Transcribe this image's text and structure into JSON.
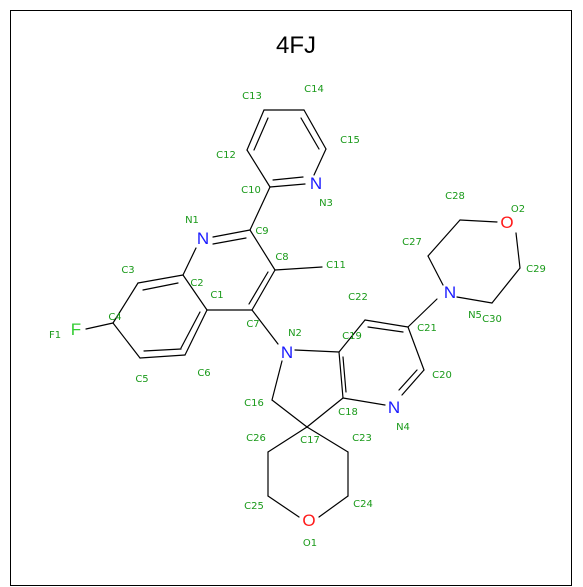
{
  "title": "4FJ",
  "colors": {
    "carbon_label": "#1a9a1a",
    "nitrogen": "#1a1aff",
    "oxygen": "#ff1a1a",
    "fluorine": "#33cc33",
    "bond": "#000000"
  },
  "heteroatoms": [
    {
      "symbol": "N",
      "label": "N1"
    },
    {
      "symbol": "N",
      "label": "N2"
    },
    {
      "symbol": "N",
      "label": "N3"
    },
    {
      "symbol": "N",
      "label": "N4"
    },
    {
      "symbol": "N",
      "label": "N5"
    },
    {
      "symbol": "O",
      "label": "O1"
    },
    {
      "symbol": "O",
      "label": "O2"
    },
    {
      "symbol": "F",
      "label": "F1"
    }
  ],
  "carbon_labels": [
    "C1",
    "C2",
    "C3",
    "C4",
    "C5",
    "C6",
    "C7",
    "C8",
    "C9",
    "C10",
    "C11",
    "C12",
    "C13",
    "C14",
    "C15",
    "C16",
    "C17",
    "C18",
    "C19",
    "C20",
    "C21",
    "C22",
    "C23",
    "C24",
    "C25",
    "C26",
    "C27",
    "C28",
    "C29",
    "C30"
  ]
}
